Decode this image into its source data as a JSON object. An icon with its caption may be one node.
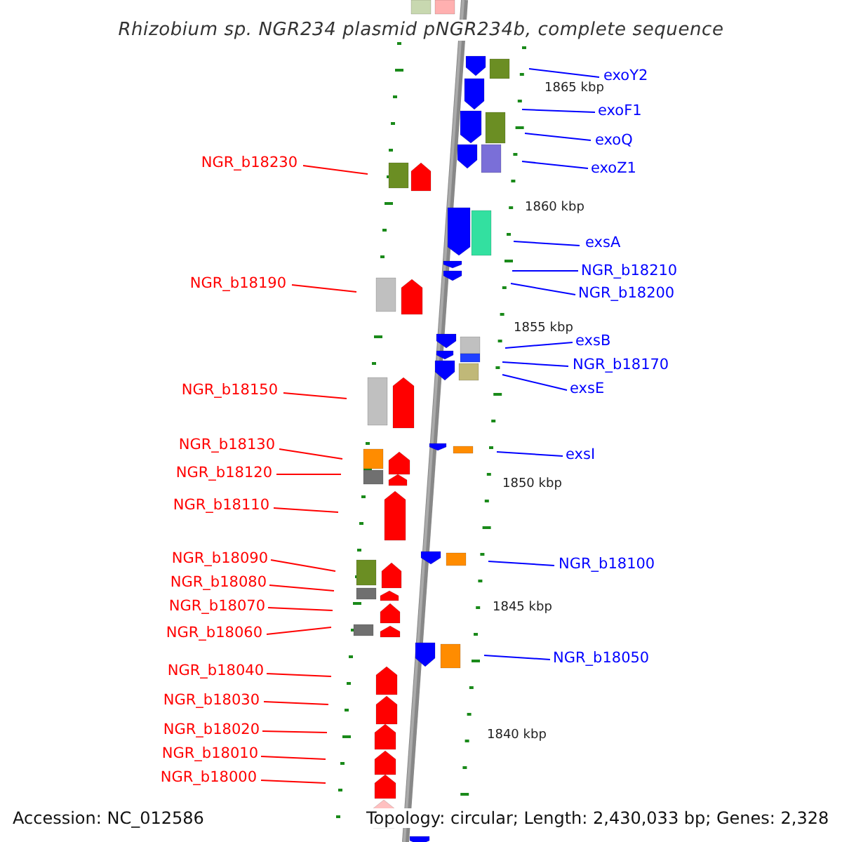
{
  "diagram": {
    "title": "Rhizobium sp. NGR234 plasmid pNGR234b, complete sequence",
    "nodes": [
      {
        "text": [
          "exoY2"
        ]
      },
      {
        "text": [
          "exoF1"
        ]
      },
      {
        "text": [
          "exoQ"
        ]
      },
      {
        "text": [
          "NGR_b18230"
        ]
      },
      {
        "text": [
          "exoZ1"
        ]
      },
      {
        "text": [
          "exsA"
        ]
      },
      {
        "text": [
          "NGR_b18210"
        ]
      },
      {
        "text": [
          "NGR_b18190"
        ]
      },
      {
        "text": [
          "NGR_b18200"
        ]
      },
      {
        "text": [
          "exsB"
        ]
      },
      {
        "text": [
          "NGR_b18170"
        ]
      },
      {
        "text": [
          "exsE"
        ]
      },
      {
        "text": [
          "NGR_b18150"
        ]
      },
      {
        "text": [
          "NGR_b18130"
        ]
      },
      {
        "text": [
          "exsI"
        ]
      },
      {
        "text": [
          "NGR_b18120"
        ]
      },
      {
        "text": [
          "NGR_b18110"
        ]
      },
      {
        "text": [
          "NGR_b18090"
        ]
      },
      {
        "text": [
          "NGR_b18100"
        ]
      },
      {
        "text": [
          "NGR_b18080"
        ]
      },
      {
        "text": [
          "NGR_b18070"
        ]
      },
      {
        "text": [
          "NGR_b18060"
        ]
      },
      {
        "text": [
          "NGR_b18050"
        ]
      },
      {
        "text": [
          "NGR_b18040"
        ]
      },
      {
        "text": [
          "NGR_b18030"
        ]
      },
      {
        "text": [
          "NGR_b18020"
        ]
      },
      {
        "text": [
          "NGR_b18010"
        ]
      },
      {
        "text": [
          "NGR_b18000"
        ]
      }
    ],
    "edges": [
      {
        "from": 0,
        "to": null,
        "arrow": "none",
        "color": "#0000ff"
      },
      {
        "from": 1,
        "to": null,
        "arrow": "none",
        "color": "#0000ff"
      },
      {
        "from": 2,
        "to": null,
        "arrow": "none",
        "color": "#0000ff"
      },
      {
        "from": 3,
        "to": null,
        "arrow": "none"
      },
      {
        "from": 4,
        "to": null,
        "arrow": "none",
        "color": "#0000ff"
      },
      {
        "from": 5,
        "to": null,
        "arrow": "none",
        "color": "#0000ff"
      },
      {
        "from": 6,
        "to": null,
        "arrow": "none",
        "color": "#0000ff"
      },
      {
        "from": 7,
        "to": null,
        "arrow": "none"
      },
      {
        "from": 8,
        "to": null,
        "arrow": "none",
        "color": "#0000ff"
      },
      {
        "from": 9,
        "to": null,
        "arrow": "none",
        "color": "#0000ff"
      },
      {
        "from": 10,
        "to": null,
        "arrow": "none",
        "color": "#0000ff"
      },
      {
        "from": 11,
        "to": null,
        "arrow": "none",
        "color": "#0000ff"
      },
      {
        "from": 12,
        "to": null,
        "arrow": "none"
      },
      {
        "from": 13,
        "to": null,
        "arrow": "none"
      },
      {
        "from": 14,
        "to": null,
        "arrow": "none",
        "color": "#0000ff"
      },
      {
        "from": 15,
        "to": null,
        "arrow": "none"
      },
      {
        "from": 16,
        "to": null,
        "arrow": "none"
      },
      {
        "from": 17,
        "to": null,
        "arrow": "none"
      },
      {
        "from": 18,
        "to": null,
        "arrow": "none",
        "color": "#0000ff"
      },
      {
        "from": 19,
        "to": null,
        "arrow": "none"
      },
      {
        "from": 20,
        "to": null,
        "arrow": "none"
      },
      {
        "from": 21,
        "to": null,
        "arrow": "none"
      },
      {
        "from": 22,
        "to": null,
        "arrow": "none",
        "color": "#0000ff"
      },
      {
        "from": 23,
        "to": null,
        "arrow": "none"
      },
      {
        "from": 24,
        "to": null,
        "arrow": "none"
      },
      {
        "from": 25,
        "to": null,
        "arrow": "none"
      },
      {
        "from": 26,
        "to": null,
        "arrow": "none"
      },
      {
        "from": 27,
        "to": null,
        "arrow": "none"
      }
    ],
    "labels": [
      "1865 kbp",
      "1860 kbp",
      "1855 kbp",
      "1850 kbp",
      "1845 kbp",
      "1840 kbp",
      "Accession: NC_012586",
      "Topology: circular; Length: 2,430,033 bp; Genes: 2,328"
    ]
  }
}
